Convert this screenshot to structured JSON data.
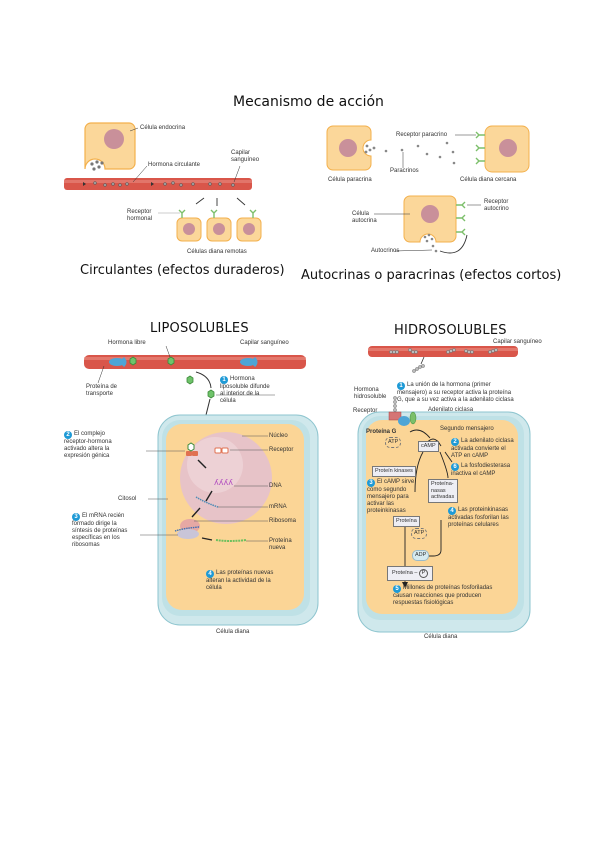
{
  "page_title": "Mecanismo de acción",
  "colors": {
    "cell_fill": "#fbd79a",
    "cell_border": "#f3b04c",
    "nucleus": "#c9909a",
    "capillary": "#d9564a",
    "receptor_green": "#7cbf6a",
    "step_badge": "#1e9ad6",
    "membrane": "#bfe1e6"
  },
  "circulantes": {
    "caption": "Circulantes (efectos duraderos)",
    "labels": {
      "endocrine_cell": "Célula endocrina",
      "capillary": "Capilar sanguíneo",
      "circulating_hormone": "Hormona circulante",
      "receptor": "Receptor hormonal",
      "target_cells": "Células diana remotas"
    }
  },
  "paracrinas": {
    "caption": "Autocrinas o paracrinas (efectos cortos)",
    "labels": {
      "paracrine_receptor": "Receptor paracrino",
      "paracrine_cell": "Célula paracrina",
      "paracrines": "Paracrinos",
      "near_target": "Célula diana cercana",
      "autocrine_cell": "Célula autocrina",
      "autocrine_receptor": "Receptor autocrino",
      "autocrines": "Autocrinos"
    }
  },
  "liposolubles": {
    "title": "LIPOSOLUBLES",
    "labels": {
      "free_hormone": "Hormona libre",
      "capillary": "Capilar sanguíneo",
      "transport_protein": "Proteína de transporte",
      "nucleus": "Núcleo",
      "receptor": "Receptor",
      "cytosol": "Citosol",
      "dna": "DNA",
      "mrna": "mRNA",
      "ribosome": "Ribosoma",
      "new_protein": "Proteína nueva",
      "target_cell": "Célula diana"
    },
    "steps": [
      {
        "n": "1",
        "text": "Hormona liposoluble difunde al interior de la célula"
      },
      {
        "n": "2",
        "text": "El complejo receptor-hormona activado altera la expresión génica"
      },
      {
        "n": "3",
        "text": "El mRNA recién formado dirige la síntesis de proteínas específicas en los ribosomas"
      },
      {
        "n": "4",
        "text": "Las proteínas nuevas alteran la actividad de la célula"
      }
    ]
  },
  "hidrosolubles": {
    "title": "HIDROSOLUBLES",
    "labels": {
      "capillary": "Capilar sanguíneo",
      "water_hormone": "Hormona hidrosoluble",
      "receptor": "Receptor",
      "adenylate": "Adenilato ciclasa",
      "g_protein": "Proteína G",
      "second_messenger": "Segundo mensajero",
      "atp": "ATP",
      "camp": "cAMP",
      "pk_inactive": "Proteín kinases",
      "pk_active": "Proteína-nasas activadas",
      "protein": "Proteína",
      "atp2": "ATP",
      "adp": "ADP",
      "protein_p": "Proteína –",
      "p": "P",
      "target_cell": "Célula diana"
    },
    "steps": [
      {
        "n": "1",
        "text": "La unión de la hormona (primer mensajero) a su receptor activa la proteína G, que a su vez activa a la adenilato ciclasa"
      },
      {
        "n": "2",
        "text": "La adenilato ciclasa activada convierte el ATP en cAMP"
      },
      {
        "n": "6",
        "text": "La fosfodiesterasa inactiva el cAMP"
      },
      {
        "n": "3",
        "text": "El cAMP sirve como segundo mensajero para activar las proteinkinasas"
      },
      {
        "n": "4",
        "text": "Las proteinkinasas activadas fosforilan las proteínas celulares"
      },
      {
        "n": "5",
        "text": "Millones de proteínas fosforiladas causan reacciones que producen respuestas fisiológicas"
      }
    ]
  }
}
